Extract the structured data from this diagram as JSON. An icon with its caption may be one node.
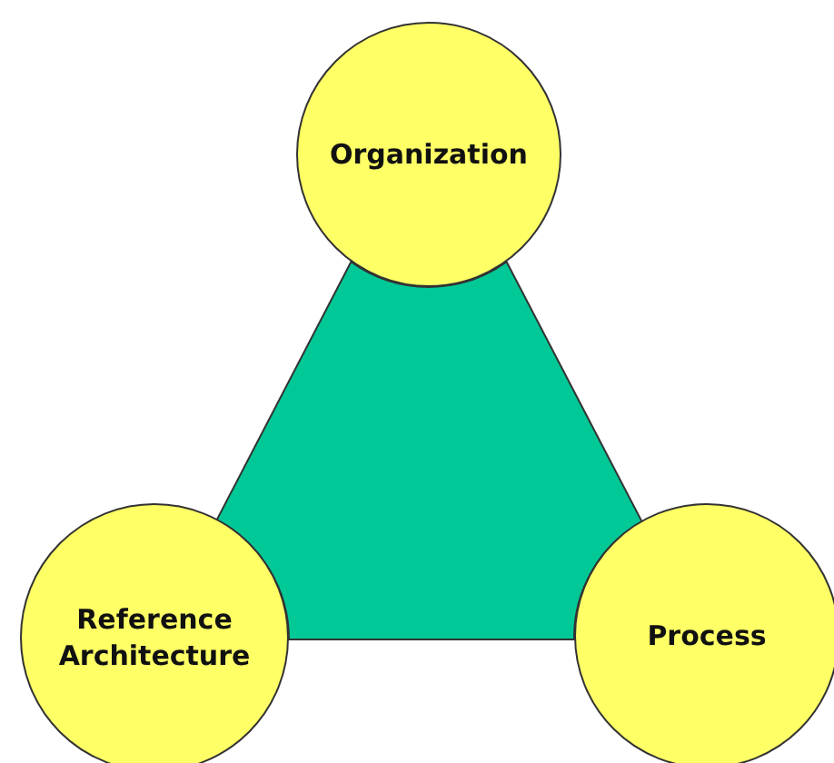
{
  "diagram": {
    "nodes": [
      {
        "text": [
          "Organization"
        ]
      },
      {
        "text": [
          "Reference Architecture"
        ]
      },
      {
        "text": [
          "Process"
        ]
      },
      {
        "text": [],
        "shape": "triangle"
      }
    ]
  }
}
